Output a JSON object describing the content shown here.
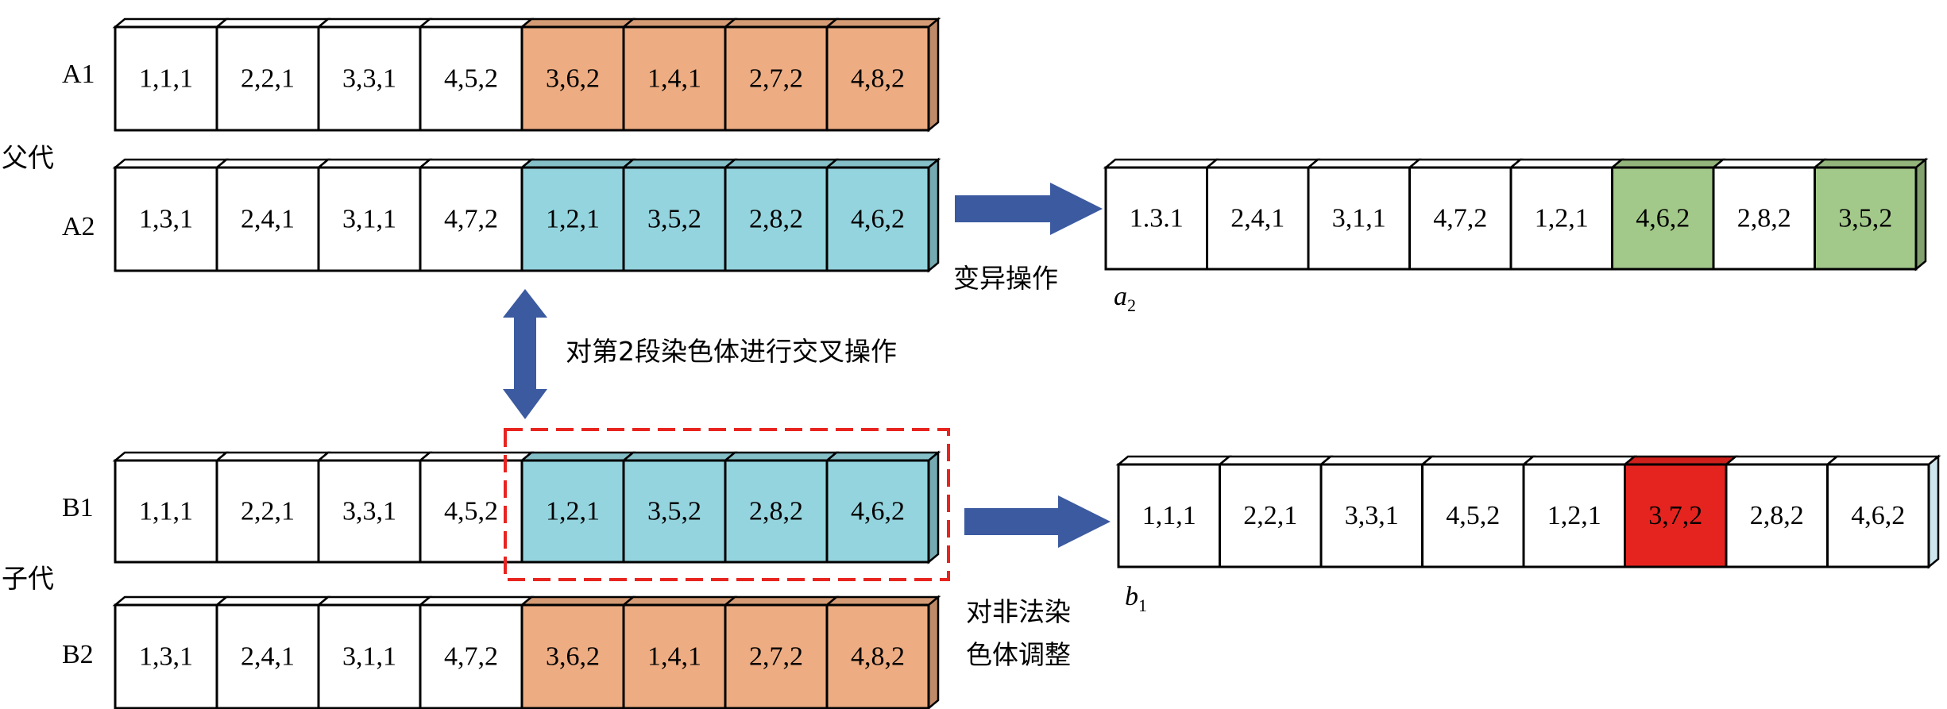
{
  "colors": {
    "white": "#ffffff",
    "orange": "#edac82",
    "cyan": "#94d4de",
    "green": "#a3c98a",
    "red": "#e6241f",
    "arrow": "#3b5aa0",
    "dashed_box": "#e8241f"
  },
  "labels": {
    "parent_gen": "父代",
    "child_gen": "子代",
    "mutation_op": "变异操作",
    "crossover_op": "对第2段染色体进行交叉操作",
    "illegal_adjust_line1": "对非法染",
    "illegal_adjust_line2": "色体调整",
    "a2_name": "a",
    "a2_sub": "2",
    "b1_name": "b",
    "b1_sub": "1"
  },
  "chromosomes": [
    {
      "id": "A1",
      "name": "A1",
      "genes": [
        {
          "text": "1,1,1",
          "color": "white"
        },
        {
          "text": "2,2,1",
          "color": "white"
        },
        {
          "text": "3,3,1",
          "color": "white"
        },
        {
          "text": "4,5,2",
          "color": "white"
        },
        {
          "text": "3,6,2",
          "color": "orange"
        },
        {
          "text": "1,4,1",
          "color": "orange"
        },
        {
          "text": "2,7,2",
          "color": "orange"
        },
        {
          "text": "4,8,2",
          "color": "orange"
        }
      ]
    },
    {
      "id": "A2",
      "name": "A2",
      "genes": [
        {
          "text": "1,3,1",
          "color": "white"
        },
        {
          "text": "2,4,1",
          "color": "white"
        },
        {
          "text": "3,1,1",
          "color": "white"
        },
        {
          "text": "4,7,2",
          "color": "white"
        },
        {
          "text": "1,2,1",
          "color": "cyan"
        },
        {
          "text": "3,5,2",
          "color": "cyan"
        },
        {
          "text": "2,8,2",
          "color": "cyan"
        },
        {
          "text": "4,6,2",
          "color": "cyan"
        }
      ]
    },
    {
      "id": "a2",
      "name": "",
      "genes": [
        {
          "text": "1.3.1",
          "color": "white"
        },
        {
          "text": "2,4,1",
          "color": "white"
        },
        {
          "text": "3,1,1",
          "color": "white"
        },
        {
          "text": "4,7,2",
          "color": "white"
        },
        {
          "text": "1,2,1",
          "color": "white"
        },
        {
          "text": "4,6,2",
          "color": "green"
        },
        {
          "text": "2,8,2",
          "color": "white"
        },
        {
          "text": "3,5,2",
          "color": "green"
        }
      ]
    },
    {
      "id": "B1",
      "name": "B1",
      "genes": [
        {
          "text": "1,1,1",
          "color": "white"
        },
        {
          "text": "2,2,1",
          "color": "white"
        },
        {
          "text": "3,3,1",
          "color": "white"
        },
        {
          "text": "4,5,2",
          "color": "white"
        },
        {
          "text": "1,2,1",
          "color": "cyan"
        },
        {
          "text": "3,5,2",
          "color": "cyan"
        },
        {
          "text": "2,8,2",
          "color": "cyan"
        },
        {
          "text": "4,6,2",
          "color": "cyan"
        }
      ]
    },
    {
      "id": "b1",
      "name": "",
      "genes": [
        {
          "text": "1,1,1",
          "color": "white"
        },
        {
          "text": "2,2,1",
          "color": "white"
        },
        {
          "text": "3,3,1",
          "color": "white"
        },
        {
          "text": "4,5,2",
          "color": "white"
        },
        {
          "text": "1,2,1",
          "color": "white"
        },
        {
          "text": "3,7,2",
          "color": "red"
        },
        {
          "text": "2,8,2",
          "color": "white"
        },
        {
          "text": "4,6,2",
          "color": "white"
        }
      ]
    },
    {
      "id": "B2",
      "name": "B2",
      "genes": [
        {
          "text": "1,3,1",
          "color": "white"
        },
        {
          "text": "2,4,1",
          "color": "white"
        },
        {
          "text": "3,1,1",
          "color": "white"
        },
        {
          "text": "4,7,2",
          "color": "white"
        },
        {
          "text": "3,6,2",
          "color": "orange"
        },
        {
          "text": "1,4,1",
          "color": "orange"
        },
        {
          "text": "2,7,2",
          "color": "orange"
        },
        {
          "text": "4,8,2",
          "color": "orange"
        }
      ]
    }
  ]
}
